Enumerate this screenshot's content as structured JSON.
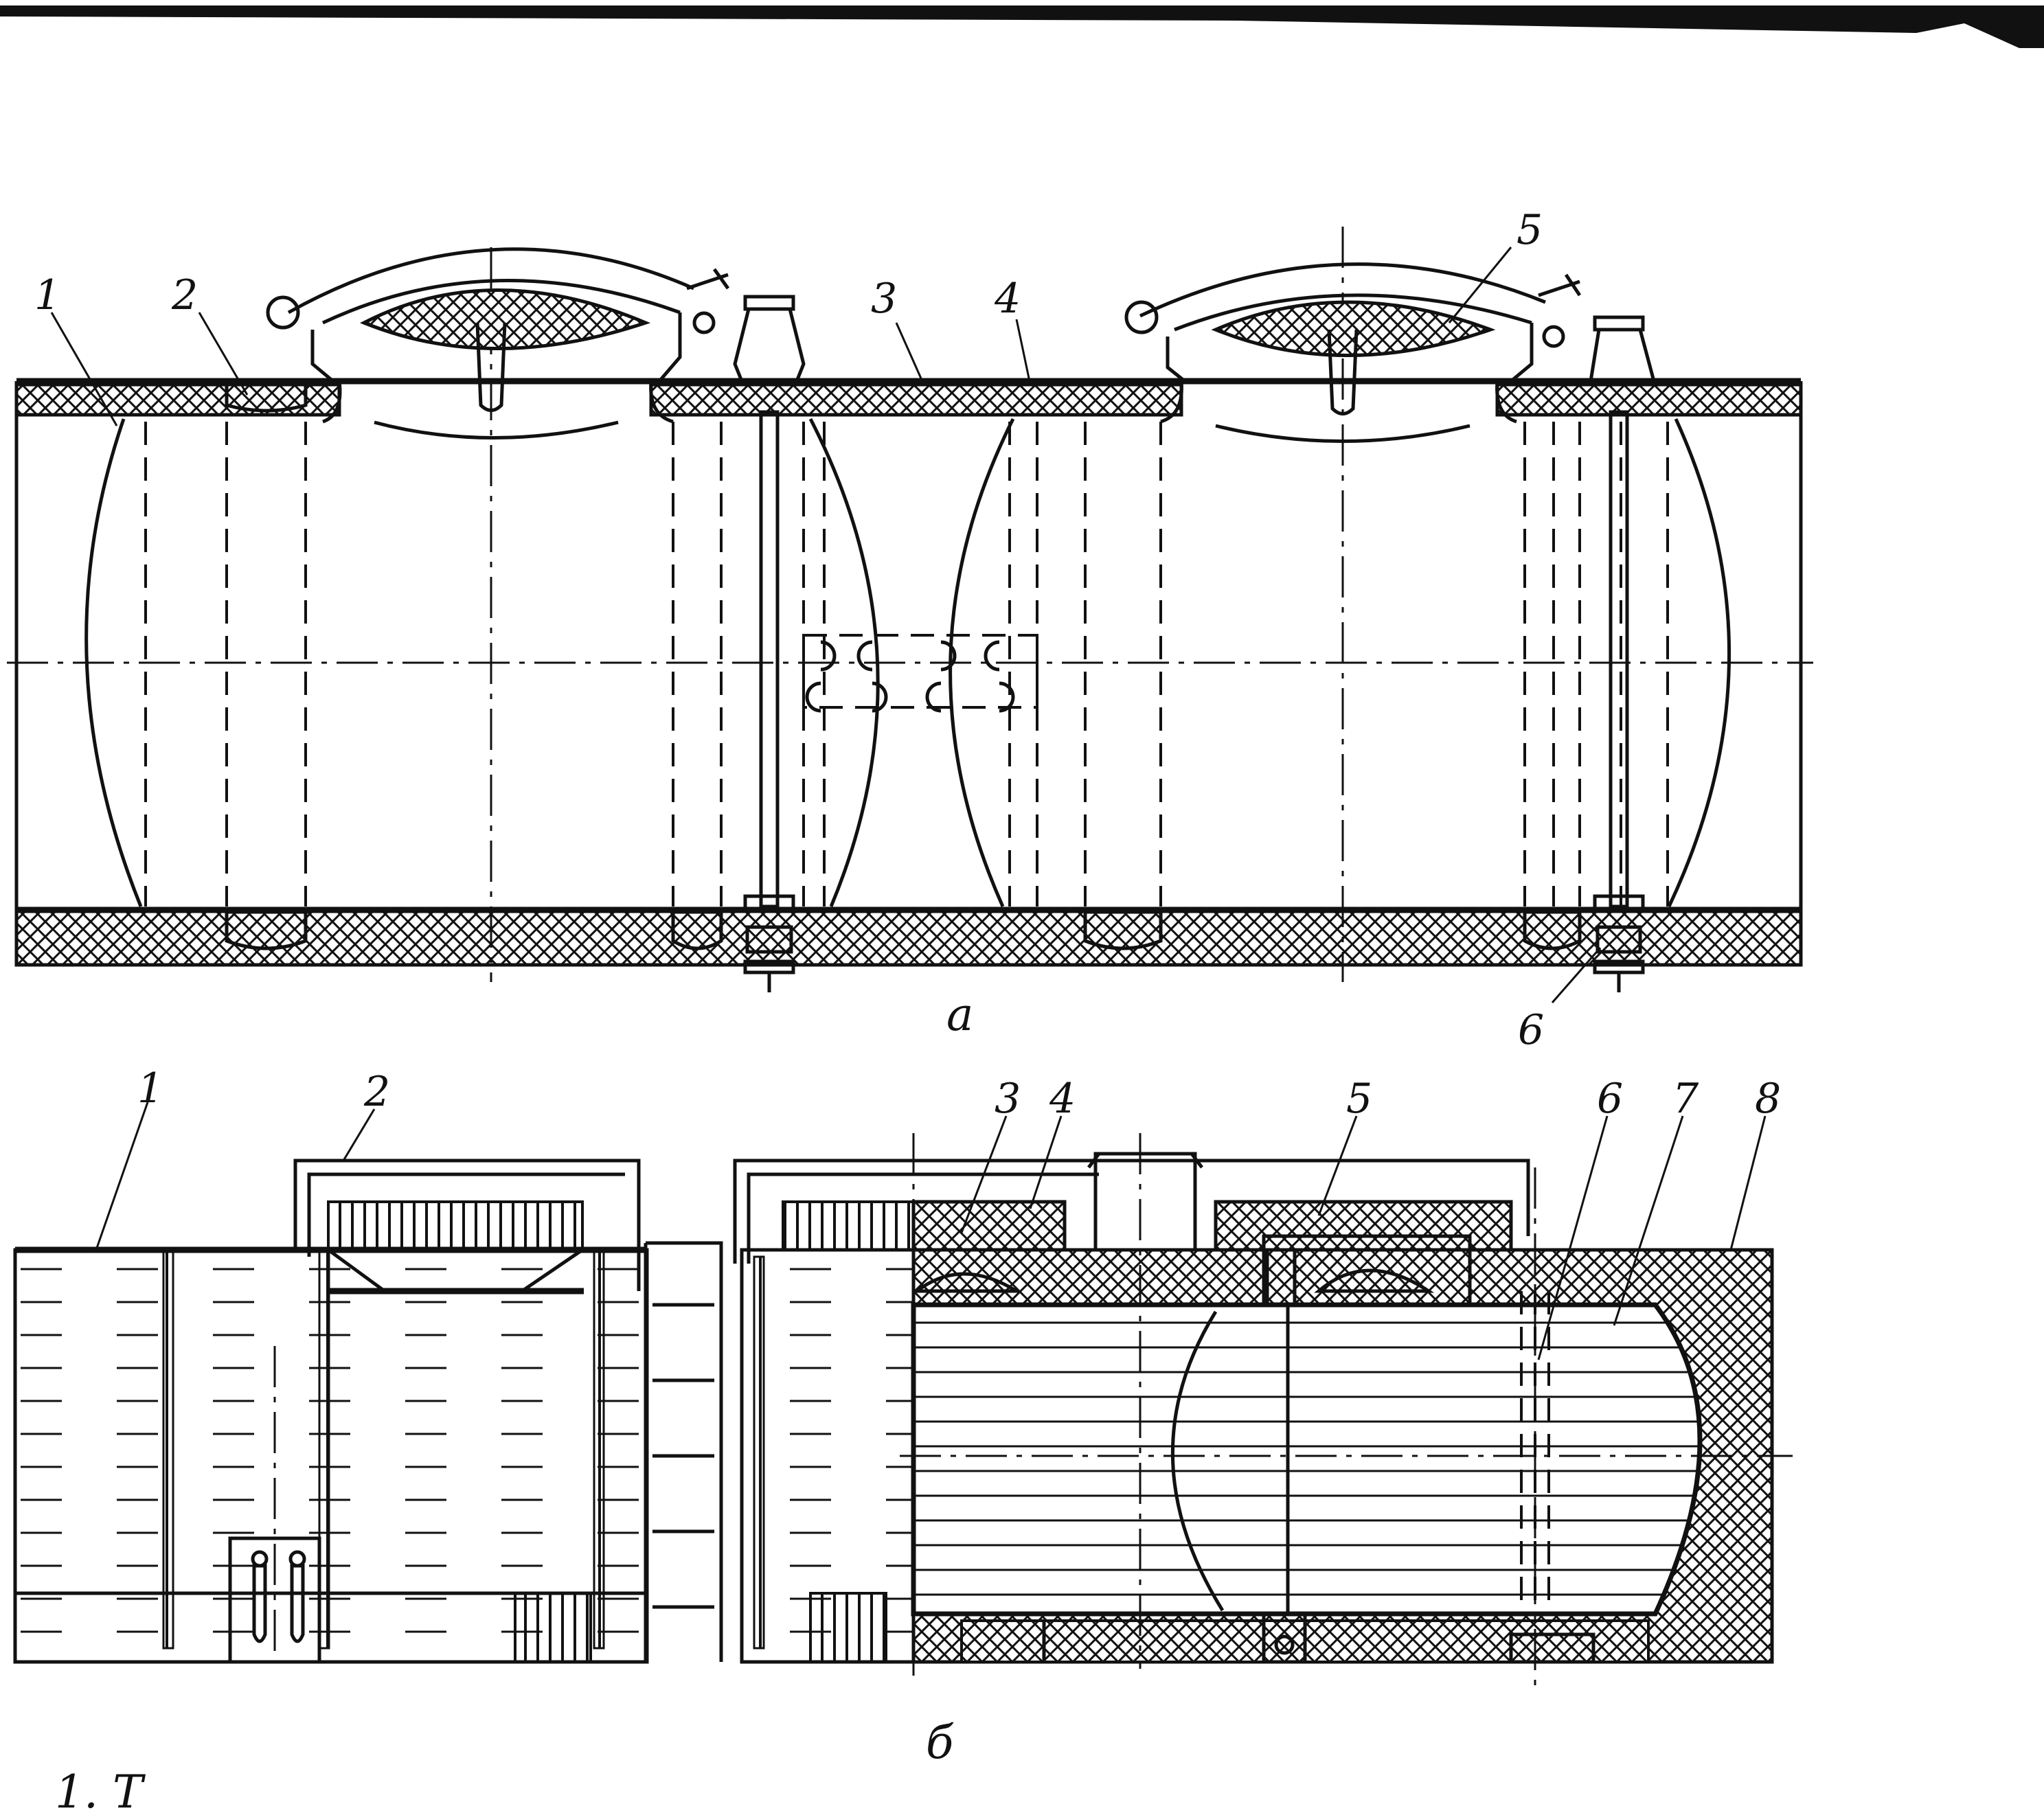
{
  "diagram": {
    "view_a": {
      "caption": "а",
      "labels": [
        "1",
        "2",
        "3",
        "4",
        "5",
        "6"
      ]
    },
    "view_b": {
      "caption": "б",
      "labels": [
        "1",
        "2",
        "3",
        "4",
        "5",
        "6",
        "7",
        "8"
      ]
    },
    "footer_fragment": "1. Т"
  }
}
